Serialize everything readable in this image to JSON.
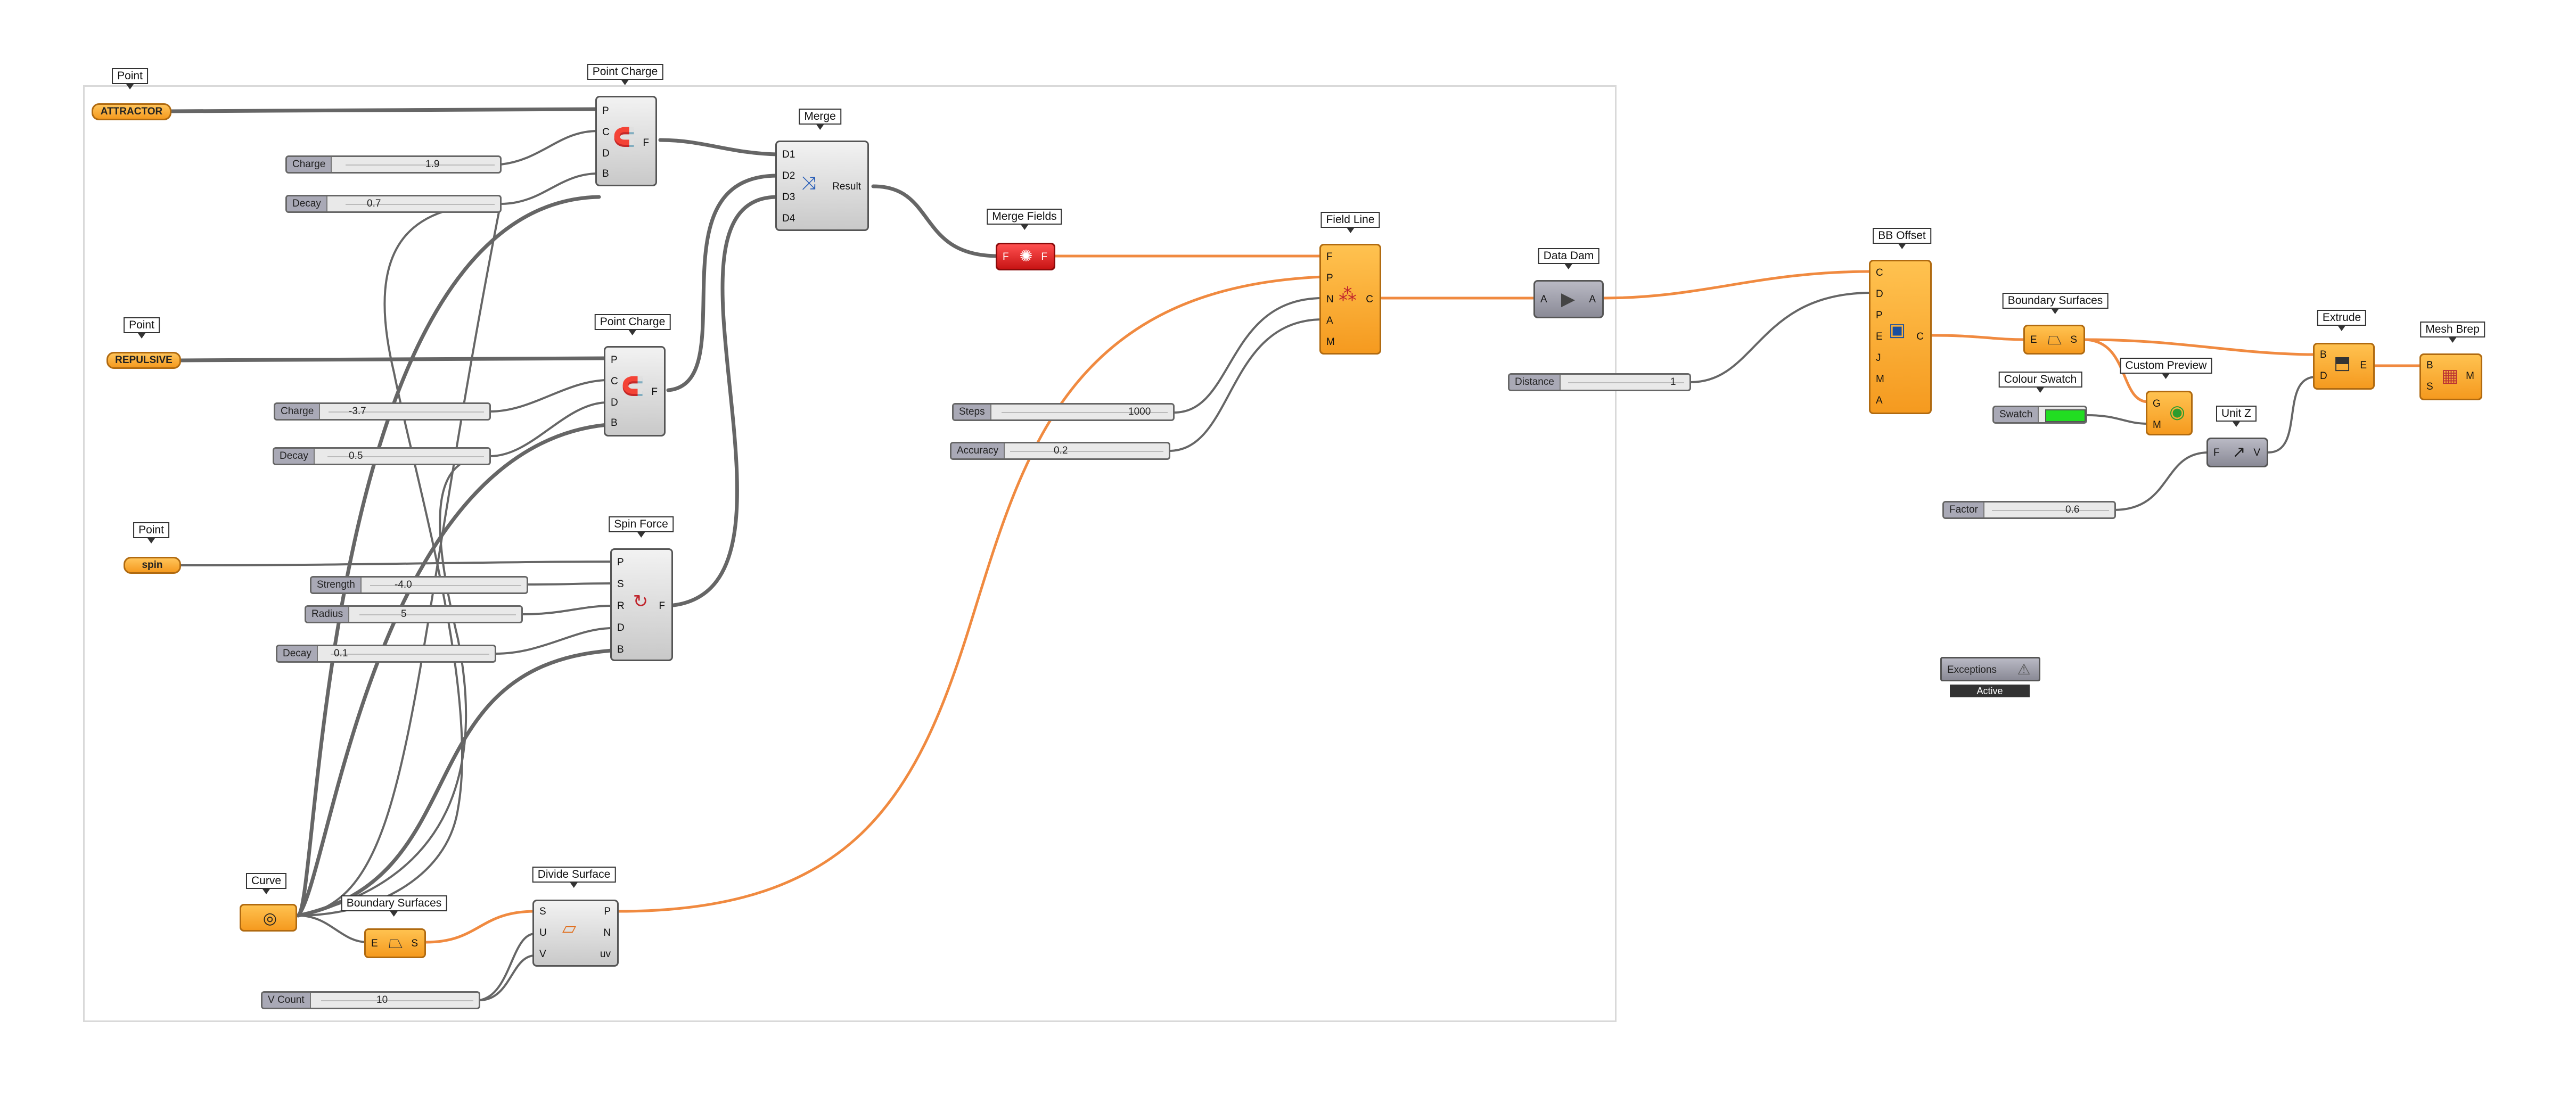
{
  "app": {
    "title": "Grasshopper Canvas"
  },
  "colors": {
    "wire_data": "#666666",
    "wire_geometry": "#f08a40",
    "param_orange": "#f59a1f",
    "swatch": "#22dd22"
  },
  "nodes": {
    "point_attractor": {
      "title": "Point",
      "value": "ATTRACTOR"
    },
    "point_repulsive": {
      "title": "Point",
      "value": "REPULSIVE"
    },
    "point_spin": {
      "title": "Point",
      "value": "spin"
    },
    "point_charge_1": {
      "title": "Point Charge",
      "inputs": [
        "P",
        "C",
        "D",
        "B"
      ],
      "output": "F",
      "icon": "magnet-icon"
    },
    "point_charge_2": {
      "title": "Point Charge",
      "inputs": [
        "P",
        "C",
        "D",
        "B"
      ],
      "output": "F",
      "icon": "magnet-icon"
    },
    "spin_force": {
      "title": "Spin Force",
      "inputs": [
        "P",
        "S",
        "R",
        "D",
        "B"
      ],
      "output": "F",
      "icon": "spin-icon"
    },
    "merge": {
      "title": "Merge",
      "inputs": [
        "D1",
        "D2",
        "D3",
        "D4"
      ],
      "output": "Result",
      "icon": "merge-icon"
    },
    "merge_fields": {
      "title": "Merge Fields",
      "input": "F",
      "output": "F",
      "icon": "field-icon"
    },
    "field_line": {
      "title": "Field Line",
      "inputs": [
        "F",
        "P",
        "N",
        "A",
        "M"
      ],
      "output": "C",
      "icon": "field-line-icon"
    },
    "data_dam": {
      "title": "Data Dam",
      "input": "A",
      "output": "A",
      "icon": "play-icon"
    },
    "bb_offset": {
      "title": "BB Offset",
      "inputs": [
        "C",
        "D",
        "P",
        "E",
        "J",
        "M",
        "A"
      ],
      "output": "C",
      "icon": "box-icon"
    },
    "boundary_surfaces_1": {
      "title": "Boundary Surfaces",
      "input": "E",
      "output": "S",
      "icon": "boundary-icon"
    },
    "boundary_surfaces_2": {
      "title": "Boundary Surfaces",
      "input": "E",
      "output": "S",
      "icon": "boundary-icon"
    },
    "custom_preview": {
      "title": "Custom Preview",
      "inputs": [
        "G",
        "M"
      ],
      "icon": "preview-icon"
    },
    "colour_swatch": {
      "title": "Colour Swatch",
      "label": "Swatch"
    },
    "unit_z": {
      "title": "Unit Z",
      "input": "F",
      "output": "V",
      "icon": "unit-z-icon"
    },
    "extrude": {
      "title": "Extrude",
      "inputs": [
        "B",
        "D"
      ],
      "output": "E",
      "icon": "extrude-icon"
    },
    "mesh_brep": {
      "title": "Mesh Brep",
      "inputs": [
        "B",
        "S"
      ],
      "output": "M",
      "icon": "mesh-icon"
    },
    "curve": {
      "title": "Curve",
      "icon": "curve-icon"
    },
    "divide_surface": {
      "title": "Divide Surface",
      "inputs": [
        "S",
        "U",
        "V"
      ],
      "outputs": [
        "P",
        "N",
        "uv"
      ],
      "icon": "divide-icon"
    },
    "exceptions": {
      "label": "Exceptions",
      "status": "Active"
    }
  },
  "sliders": {
    "charge_1": {
      "label": "Charge",
      "value": "1.9"
    },
    "decay_1": {
      "label": "Decay",
      "value": "0.7"
    },
    "charge_2": {
      "label": "Charge",
      "value": "-3.7"
    },
    "decay_2": {
      "label": "Decay",
      "value": "0.5"
    },
    "strength": {
      "label": "Strength",
      "value": "-4.0"
    },
    "radius": {
      "label": "Radius",
      "value": "5"
    },
    "decay_3": {
      "label": "Decay",
      "value": "0.1"
    },
    "v_count": {
      "label": "V Count",
      "value": "10"
    },
    "steps": {
      "label": "Steps",
      "value": "1000"
    },
    "accuracy": {
      "label": "Accuracy",
      "value": "0.2"
    },
    "distance": {
      "label": "Distance",
      "value": "1"
    },
    "factor": {
      "label": "Factor",
      "value": "0.6"
    }
  }
}
